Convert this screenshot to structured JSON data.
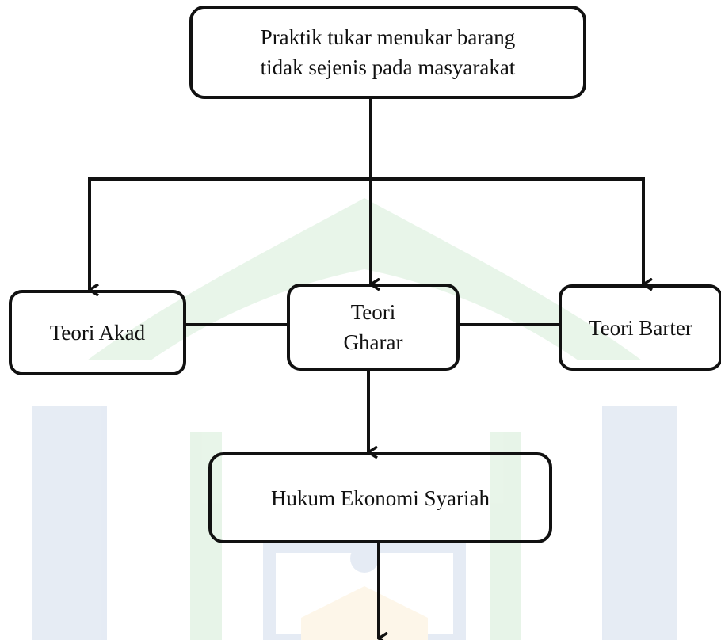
{
  "diagram": {
    "top_node": {
      "line1": "Praktik tukar menukar barang",
      "line2": "tidak sejenis pada masyarakat"
    },
    "theory_nodes": {
      "akad": "Teori Akad",
      "gharar_line1": "Teori",
      "gharar_line2": "Gharar",
      "barter": "Teori Barter"
    },
    "result_node": "Hukum Ekonomi Syariah"
  },
  "colors": {
    "stroke": "#111111",
    "watermark_green": "#5ab866",
    "watermark_blue": "#4f78b4",
    "watermark_yellow": "#f2c76a"
  },
  "watermark": {
    "type": "university-logo",
    "opacity": 0.14
  }
}
